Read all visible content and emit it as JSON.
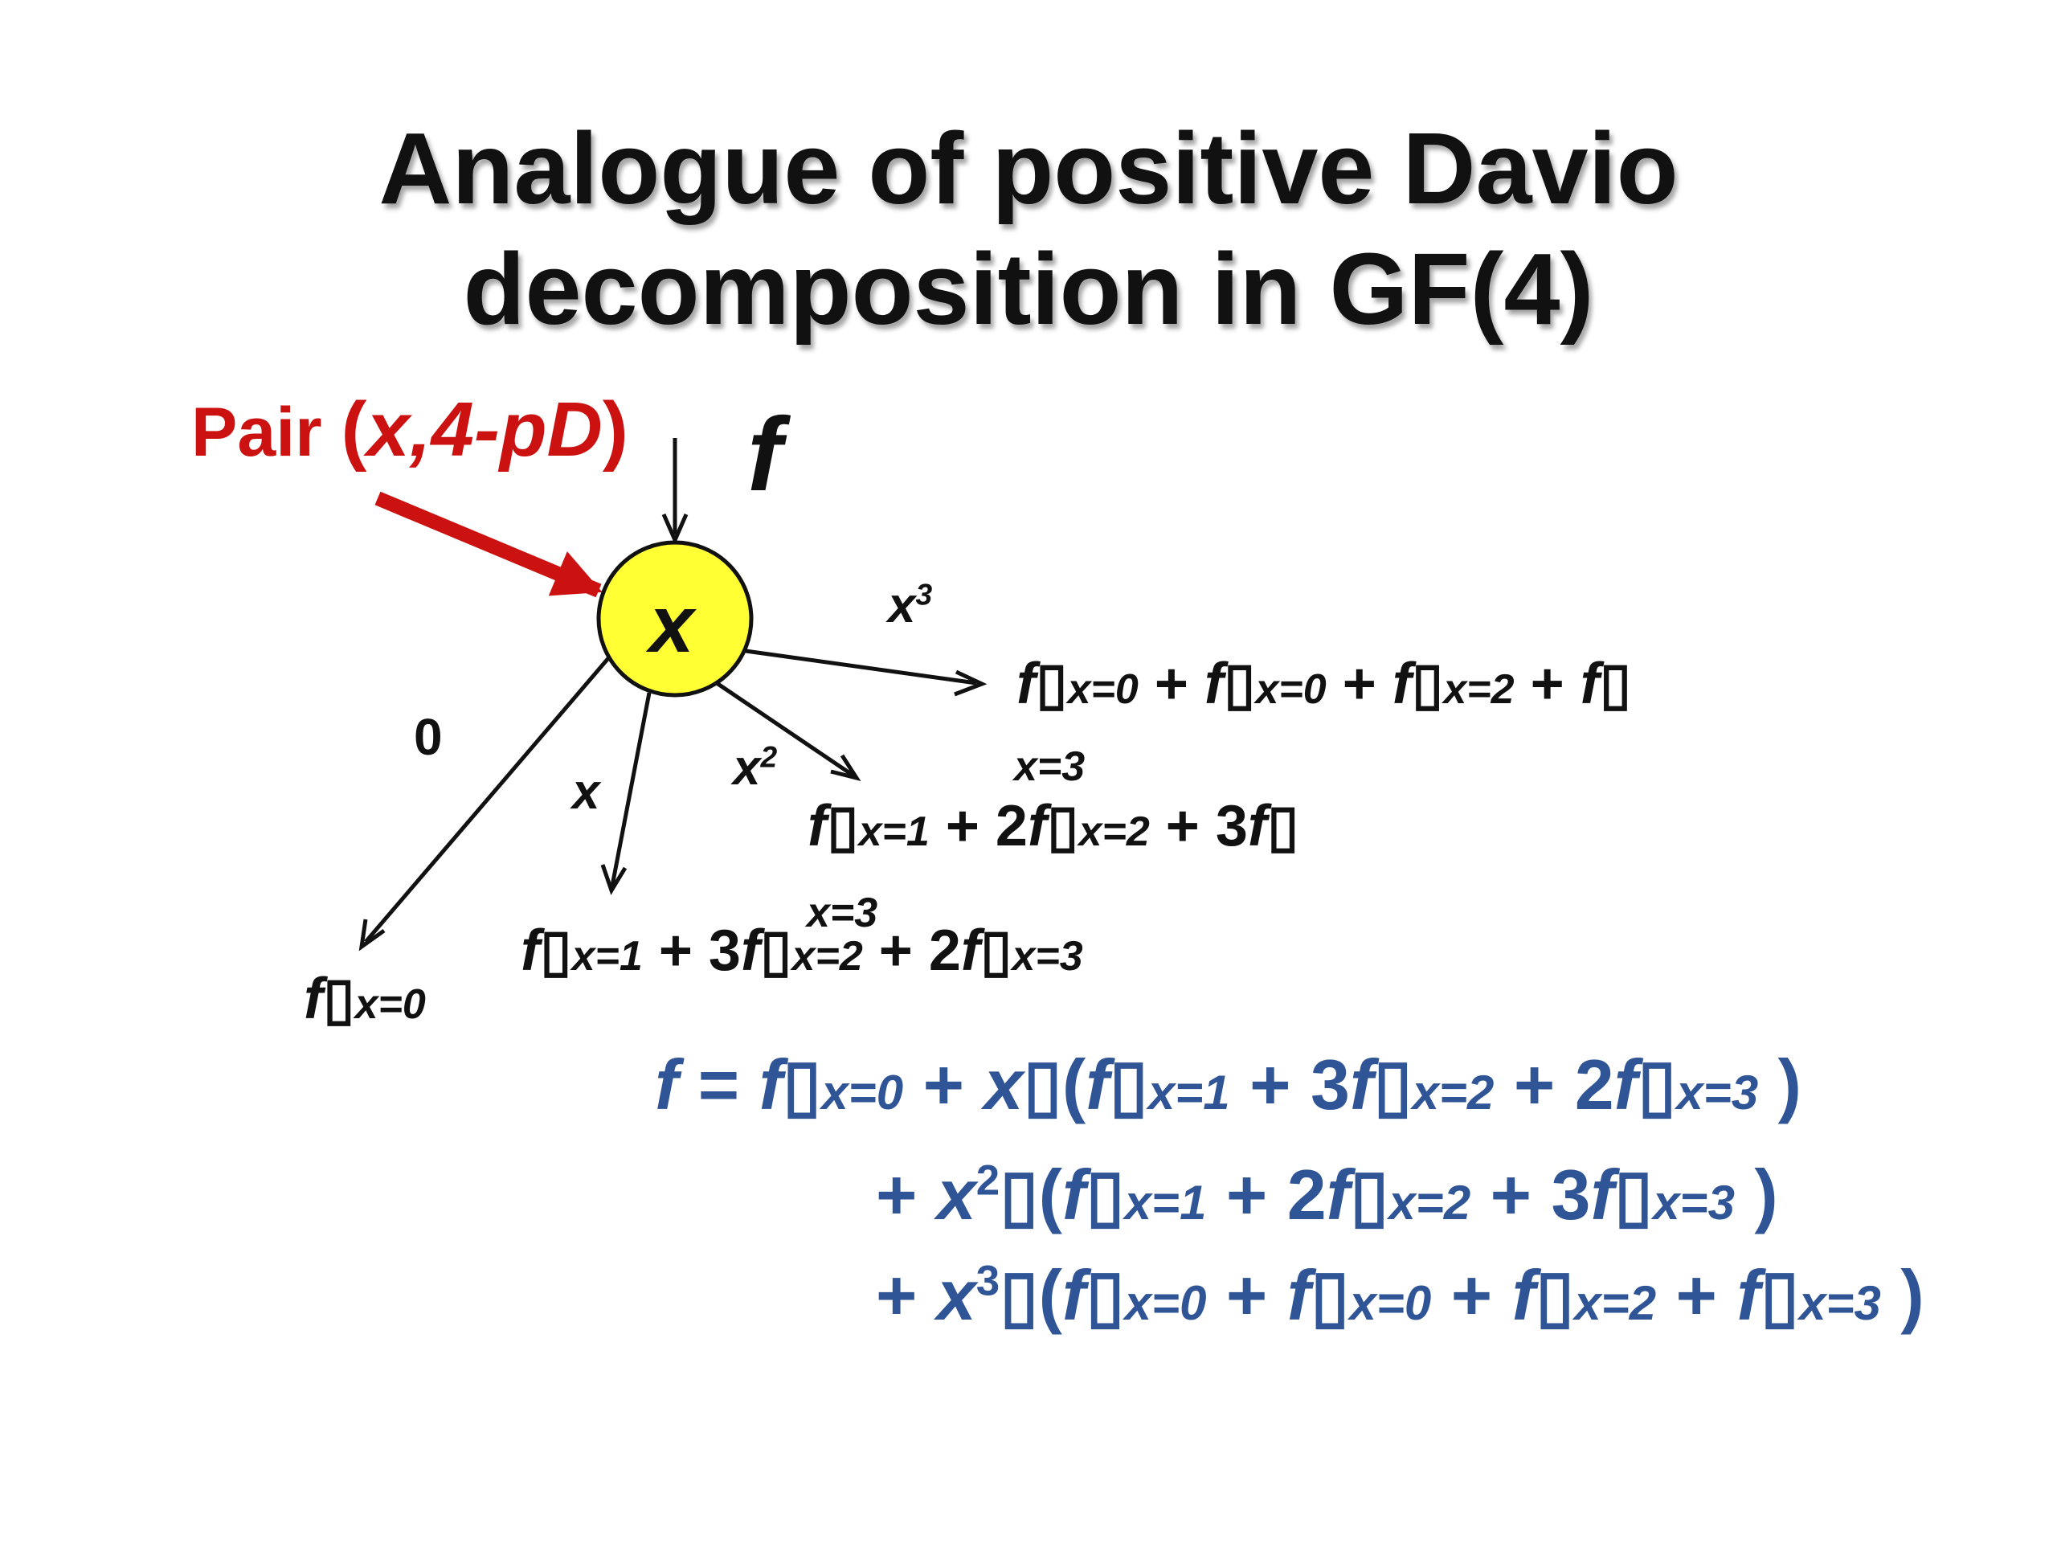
{
  "title": {
    "line1": "Analogue of positive Davio",
    "line2": "decomposition in GF(4)"
  },
  "node": {
    "variable": "x",
    "fill": "#ffff33",
    "input_label": "f"
  },
  "pair_label": {
    "prefix": "Pair ",
    "open": "(",
    "body": "x,4-pD",
    "close": ")",
    "color": "#cc1111"
  },
  "edges": {
    "e0": "0",
    "e1": "x",
    "e2": "x2",
    "e3": "x3"
  },
  "leaves": {
    "leaf0": "f▯ x=0",
    "leaf1": "f▯ x=1 + 3f▯ x=2 + 2f▯ x=3",
    "leaf2": "f▯ x=1 + 2f▯ x=2 + 3f▯",
    "leaf2_extra": "x=3",
    "leaf3": "f▯ x=0 + f▯ x=0 + f▯ x=2 + f▯",
    "leaf3_extra": "x=3"
  },
  "formula": {
    "line1": "f = f▯x=0 + x▯(f▯x=1 + 3f▯x=2 + 2f▯x=3 )",
    "line2": "+ x2▯(f▯x=1 + 2f▯x=2 + 3f▯x=3 )",
    "line3": "+ x3▯(f▯x=0 + f▯x=0 + f▯x=2 + f▯x=3 )",
    "color": "#2f5596"
  }
}
